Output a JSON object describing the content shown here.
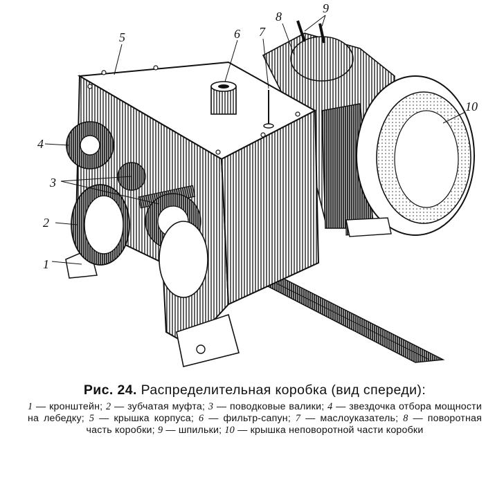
{
  "figure": {
    "callouts": {
      "c1": "1",
      "c2": "2",
      "c3": "3",
      "c4": "4",
      "c5": "5",
      "c6": "6",
      "c7": "7",
      "c8": "8",
      "c9": "9",
      "c10": "10"
    }
  },
  "caption": {
    "label": "Рис. 24.",
    "title": "Распределительная коробка (вид спереди):",
    "legend": {
      "n1": "1",
      "t1": " — кронштейн;  ",
      "n2": "2",
      "t2": " — зубчатая муфта;  ",
      "n3": "3",
      "t3": " — поводковые валики; ",
      "n4": "4",
      "t4": " — звездочка отбора мощности на лебедку;  ",
      "n5": "5",
      "t5": " — крышка корпуса;  ",
      "n6": "6",
      "t6": " — фильтр-сапун;   ",
      "n7": "7",
      "t7": " — маслоуказатель;  ",
      "n8": "8",
      "t8": " — поворотная часть коробки;  ",
      "n9": "9",
      "t9": " — шпильки;  ",
      "n10": "10",
      "t10": " — крышка неповоротной части коробки"
    }
  }
}
